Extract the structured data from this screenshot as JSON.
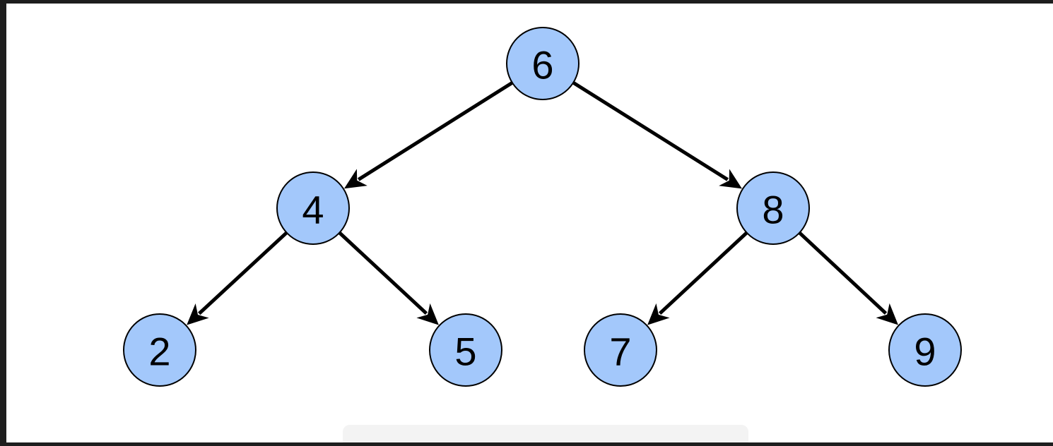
{
  "diagram": {
    "type": "binary-tree",
    "colors": {
      "node_fill": "#a3c8fb",
      "node_stroke": "#000000",
      "edge": "#000000"
    },
    "nodes": [
      {
        "id": "n6",
        "label": "6"
      },
      {
        "id": "n4",
        "label": "4"
      },
      {
        "id": "n8",
        "label": "8"
      },
      {
        "id": "n2",
        "label": "2"
      },
      {
        "id": "n5",
        "label": "5"
      },
      {
        "id": "n7",
        "label": "7"
      },
      {
        "id": "n9",
        "label": "9"
      }
    ],
    "edges": [
      {
        "from": "n6",
        "to": "n4"
      },
      {
        "from": "n6",
        "to": "n8"
      },
      {
        "from": "n4",
        "to": "n2"
      },
      {
        "from": "n4",
        "to": "n5"
      },
      {
        "from": "n8",
        "to": "n7"
      },
      {
        "from": "n8",
        "to": "n9"
      }
    ]
  }
}
